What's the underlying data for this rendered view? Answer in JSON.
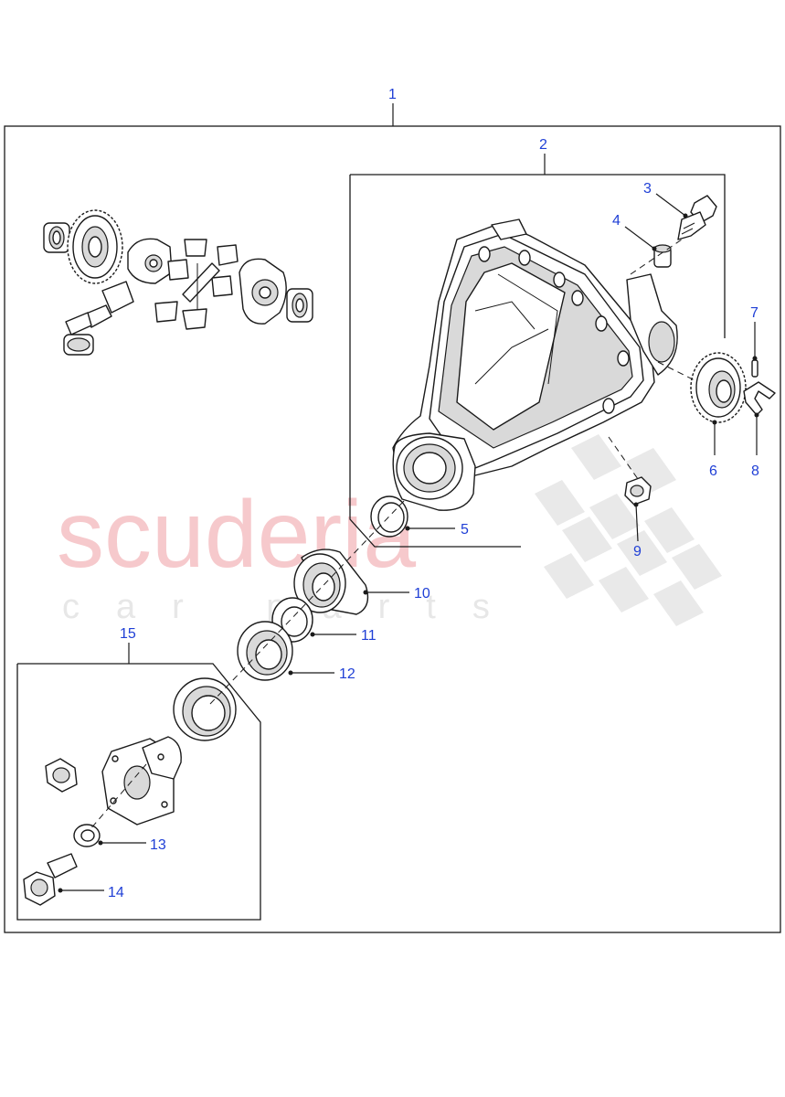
{
  "watermark": {
    "brand": "scuderia",
    "tagline": "car parts",
    "colors": {
      "brand": "#f6c9cc",
      "tagline": "#e7e7e7"
    }
  },
  "callouts": [
    {
      "id": "1",
      "label": "1"
    },
    {
      "id": "2",
      "label": "2"
    },
    {
      "id": "3",
      "label": "3"
    },
    {
      "id": "4",
      "label": "4"
    },
    {
      "id": "5",
      "label": "5"
    },
    {
      "id": "6",
      "label": "6"
    },
    {
      "id": "7",
      "label": "7"
    },
    {
      "id": "8",
      "label": "8"
    },
    {
      "id": "9",
      "label": "9"
    },
    {
      "id": "10",
      "label": "10"
    },
    {
      "id": "11",
      "label": "11"
    },
    {
      "id": "12",
      "label": "12"
    },
    {
      "id": "13",
      "label": "13"
    },
    {
      "id": "14",
      "label": "14"
    },
    {
      "id": "15",
      "label": "15"
    }
  ],
  "colors": {
    "callout": "#1f3fd6",
    "line": "#1a1a1a"
  }
}
